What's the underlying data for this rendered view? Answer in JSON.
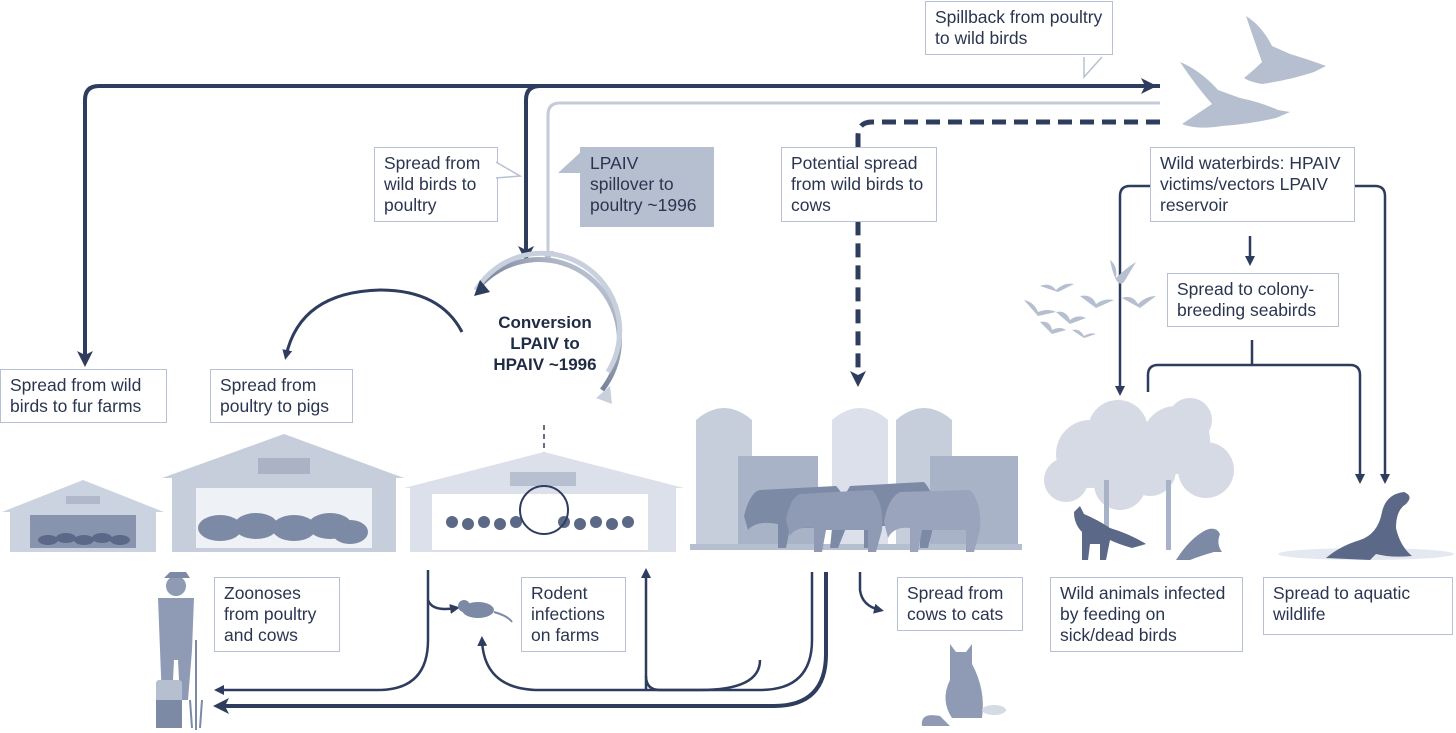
{
  "labels": {
    "spillback": "Spillback from poultry to wild birds",
    "spread_wild_to_poultry": "Spread from wild birds to poultry",
    "lpaiv_spillover": "LPAIV spillover to poultry ~1996",
    "potential_spread_cows": "Potential spread from wild birds to cows",
    "wild_waterbirds": "Wild waterbirds: HPAIV victims/vectors LPAIV reservoir",
    "spread_colony": "Spread to colony-breeding seabirds",
    "spread_fur_farms": "Spread from wild birds to fur farms",
    "spread_pigs": "Spread from poultry to pigs",
    "zoonoses": "Zoonoses from poultry and cows",
    "rodent": "Rodent infections on farms",
    "cows_to_cats": "Spread from cows to cats",
    "wild_animals": "Wild animals infected by feeding on sick/dead birds",
    "aquatic": "Spread to aquatic wildlife"
  },
  "conversion": {
    "line1": "Conversion",
    "line2": "LPAIV to",
    "line3": "HPAIV ~1996"
  },
  "colors": {
    "dark_arrow": "#2e3d5e",
    "mid_arrow": "#8d9ab3",
    "light_arrow": "#c3cbd9",
    "building": "#c6cddb",
    "silhouette": "#7d8aa6"
  }
}
